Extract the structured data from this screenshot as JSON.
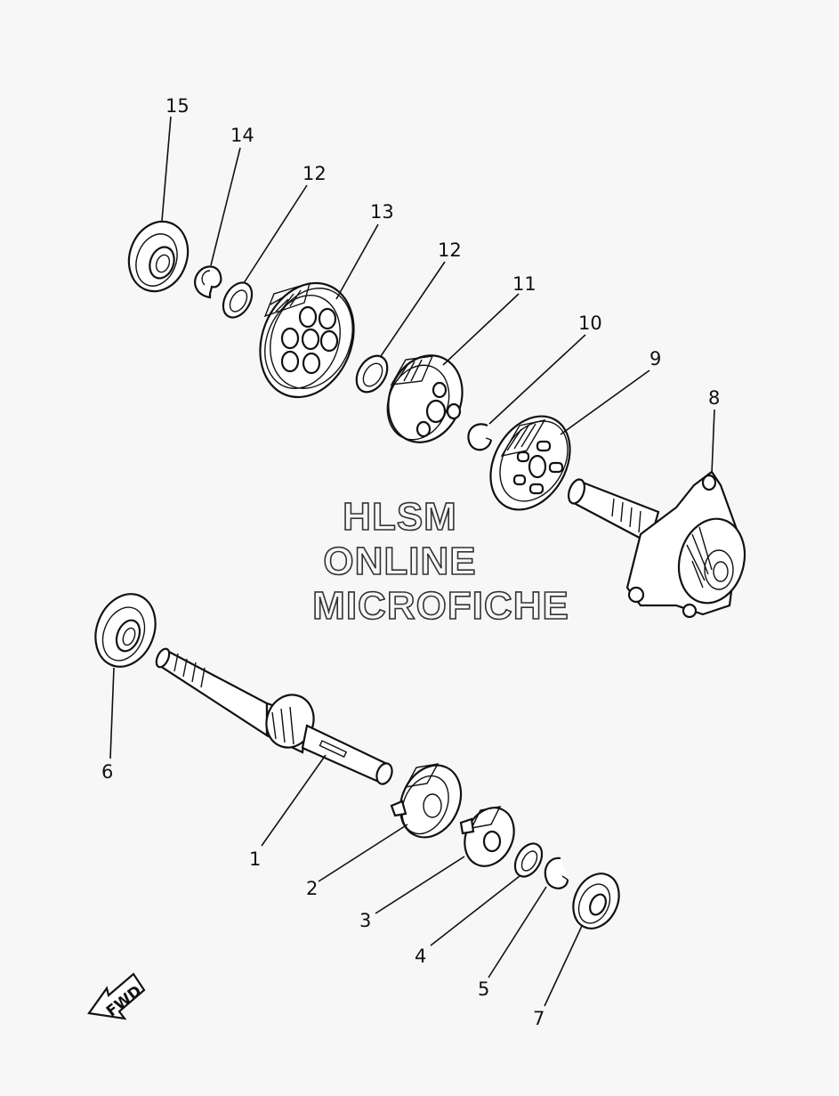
{
  "watermark": {
    "line1": "HLSM",
    "line2": "ONLINE",
    "line3": "MICROFICHE"
  },
  "direction_label": "FWD",
  "callouts": [
    "15",
    "14",
    "12",
    "13",
    "12",
    "11",
    "10",
    "9",
    "8",
    "6",
    "1",
    "2",
    "3",
    "4",
    "5",
    "7"
  ]
}
